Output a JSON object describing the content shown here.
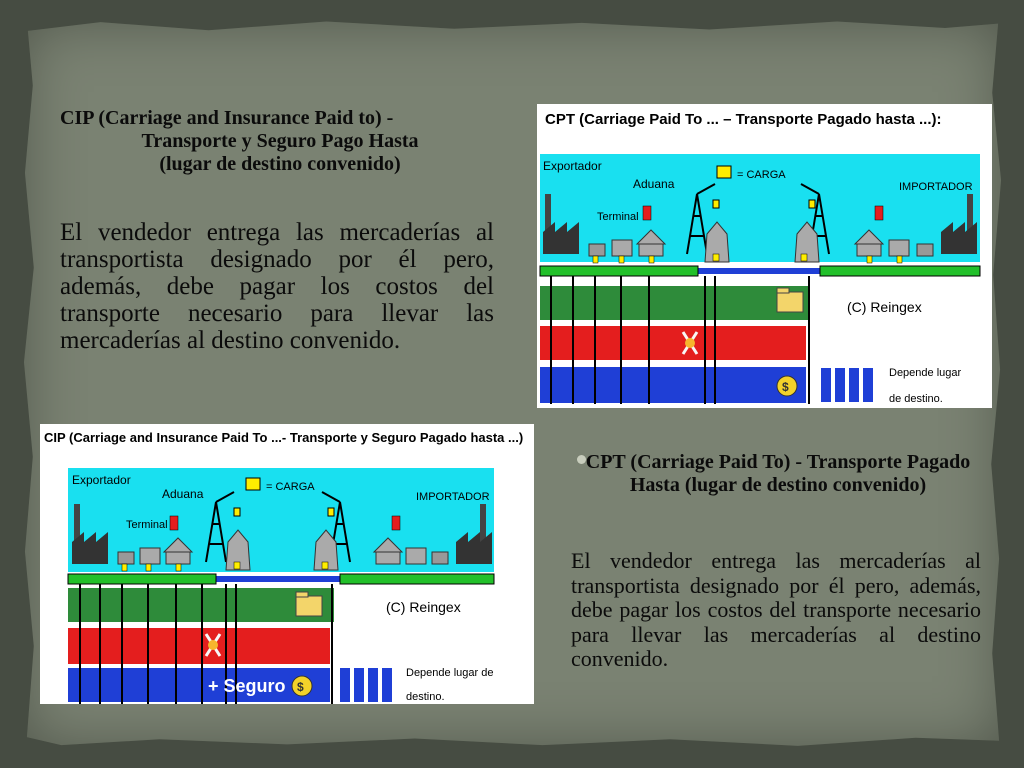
{
  "cip_section": {
    "heading_line1": "CIP (Carriage and Insurance Paid to) -",
    "heading_line2": "Transporte y Seguro Pago Hasta",
    "heading_line3": "(lugar de destino convenido)",
    "body": "El vendedor entrega las mercaderías al transportista designado por él pero, además, debe pagar los costos del transporte necesario para llevar las mercaderías al destino convenido."
  },
  "cpt_section": {
    "heading": "CPT (Carriage Paid To) - Transporte Pagado Hasta (lugar de destino convenido)",
    "body": "El vendedor entrega las mercaderías al transportista designado por él pero, además, debe pagar los costos del transporte necesario para llevar las mercaderías al destino convenido."
  },
  "cpt_diagram": {
    "title": "CPT (Carriage Paid To ... – Transporte Pagado hasta ...):",
    "exporter": "Exportador",
    "customs": "Aduana",
    "terminal": "Terminal",
    "cargo_legend": "= CARGA",
    "importer": "IMPORTADOR",
    "copyright": "(C) Reingex",
    "depends_line1": "Depende lugar",
    "depends_line2": "de destino."
  },
  "cip_diagram": {
    "title": "CIP (Carriage and Insurance Paid To ...- Transporte y Seguro Pagado hasta ...)",
    "exporter": "Exportador",
    "customs": "Aduana",
    "terminal": "Terminal",
    "cargo_legend": "= CARGA",
    "importer": "IMPORTADOR",
    "copyright": "(C) Reingex",
    "insurance": "+ Seguro",
    "depends_line1": "Depende  lugar  de",
    "depends_line2": "destino."
  },
  "colors": {
    "paper": "#7a8272",
    "background": "#464c42",
    "sky": "#19e0f0",
    "green_band": "#2e8b3a",
    "red_band": "#e41e1e",
    "blue_band": "#1f3fd6",
    "cargo_yellow": "#ffee00"
  }
}
